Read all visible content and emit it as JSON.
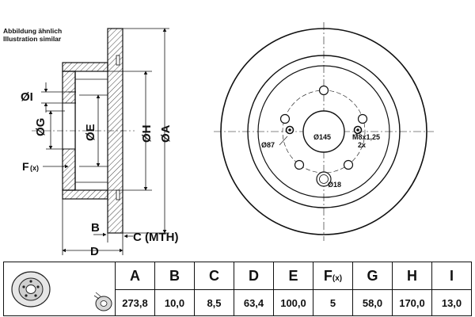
{
  "notes": {
    "line1": "Abbildung ähnlich",
    "line2": "Illustration similar"
  },
  "diagram": {
    "side_labels": {
      "I": "ØI",
      "G": "ØG",
      "E": "ØE",
      "H": "ØH",
      "A": "ØA",
      "F": "F",
      "F_sub": "(x)",
      "B": "B",
      "C": "C (MTH)",
      "D": "D"
    },
    "front_labels": {
      "bore": "Ø145",
      "pcd": "Ø87",
      "thread": "M8x1,25",
      "thread_qty": "2x",
      "hole": "Ø18"
    }
  },
  "table": {
    "headers": [
      "A",
      "B",
      "C",
      "D",
      "E",
      "F",
      "G",
      "H",
      "I"
    ],
    "f_header_sub": "(x)",
    "values": [
      "273,8",
      "10,0",
      "8,5",
      "63,4",
      "100,0",
      "5",
      "58,0",
      "170,0",
      "13,0"
    ]
  }
}
